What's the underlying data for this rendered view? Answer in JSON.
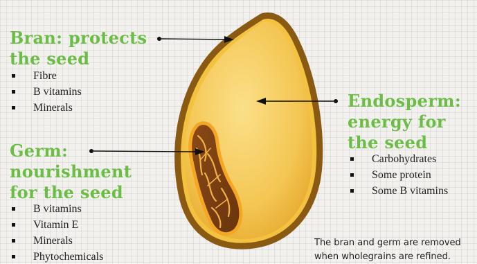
{
  "bran": {
    "heading": "Bran: protects\nthe seed",
    "items": [
      "Fibre",
      "B vitamins",
      "Minerals"
    ]
  },
  "germ": {
    "heading": "Germ:\nnourishment\nfor the seed",
    "items": [
      "B vitamins",
      "Vitamin E",
      "Minerals",
      "Phytochemicals"
    ]
  },
  "endosperm": {
    "heading": "Endosperm:\nenergy for\nthe seed",
    "items": [
      "Carbohydrates",
      "Some protein",
      "Some B vitamins"
    ]
  },
  "note": "The bran and germ are removed\nwhen wholegrains are refined.",
  "colors": {
    "heading_green": "#6bbd45",
    "bran_outline": "#8a5a12",
    "endosperm_fill": "#f2c44e",
    "germ_fill": "#7a4012",
    "germ_outline": "#f5a623"
  }
}
